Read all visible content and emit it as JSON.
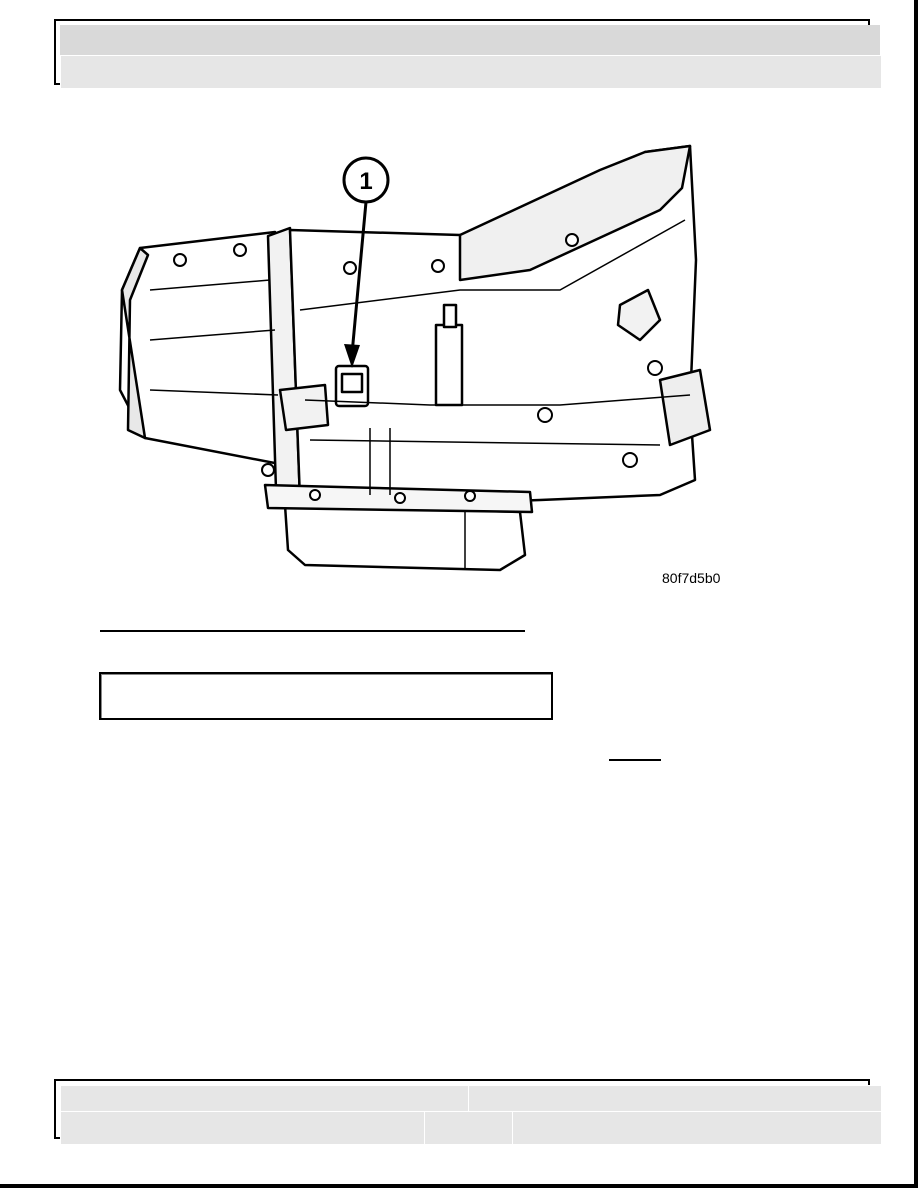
{
  "header": {
    "title": "",
    "subtitle": ""
  },
  "figure": {
    "callout_number": "1",
    "figure_code": "80f7d5b0",
    "subject": "transmission-side-view"
  },
  "caption": {
    "text": ""
  },
  "footer": {
    "cell_a": "",
    "cell_b": "",
    "cell_c": "",
    "cell_d": "",
    "cell_e": ""
  }
}
